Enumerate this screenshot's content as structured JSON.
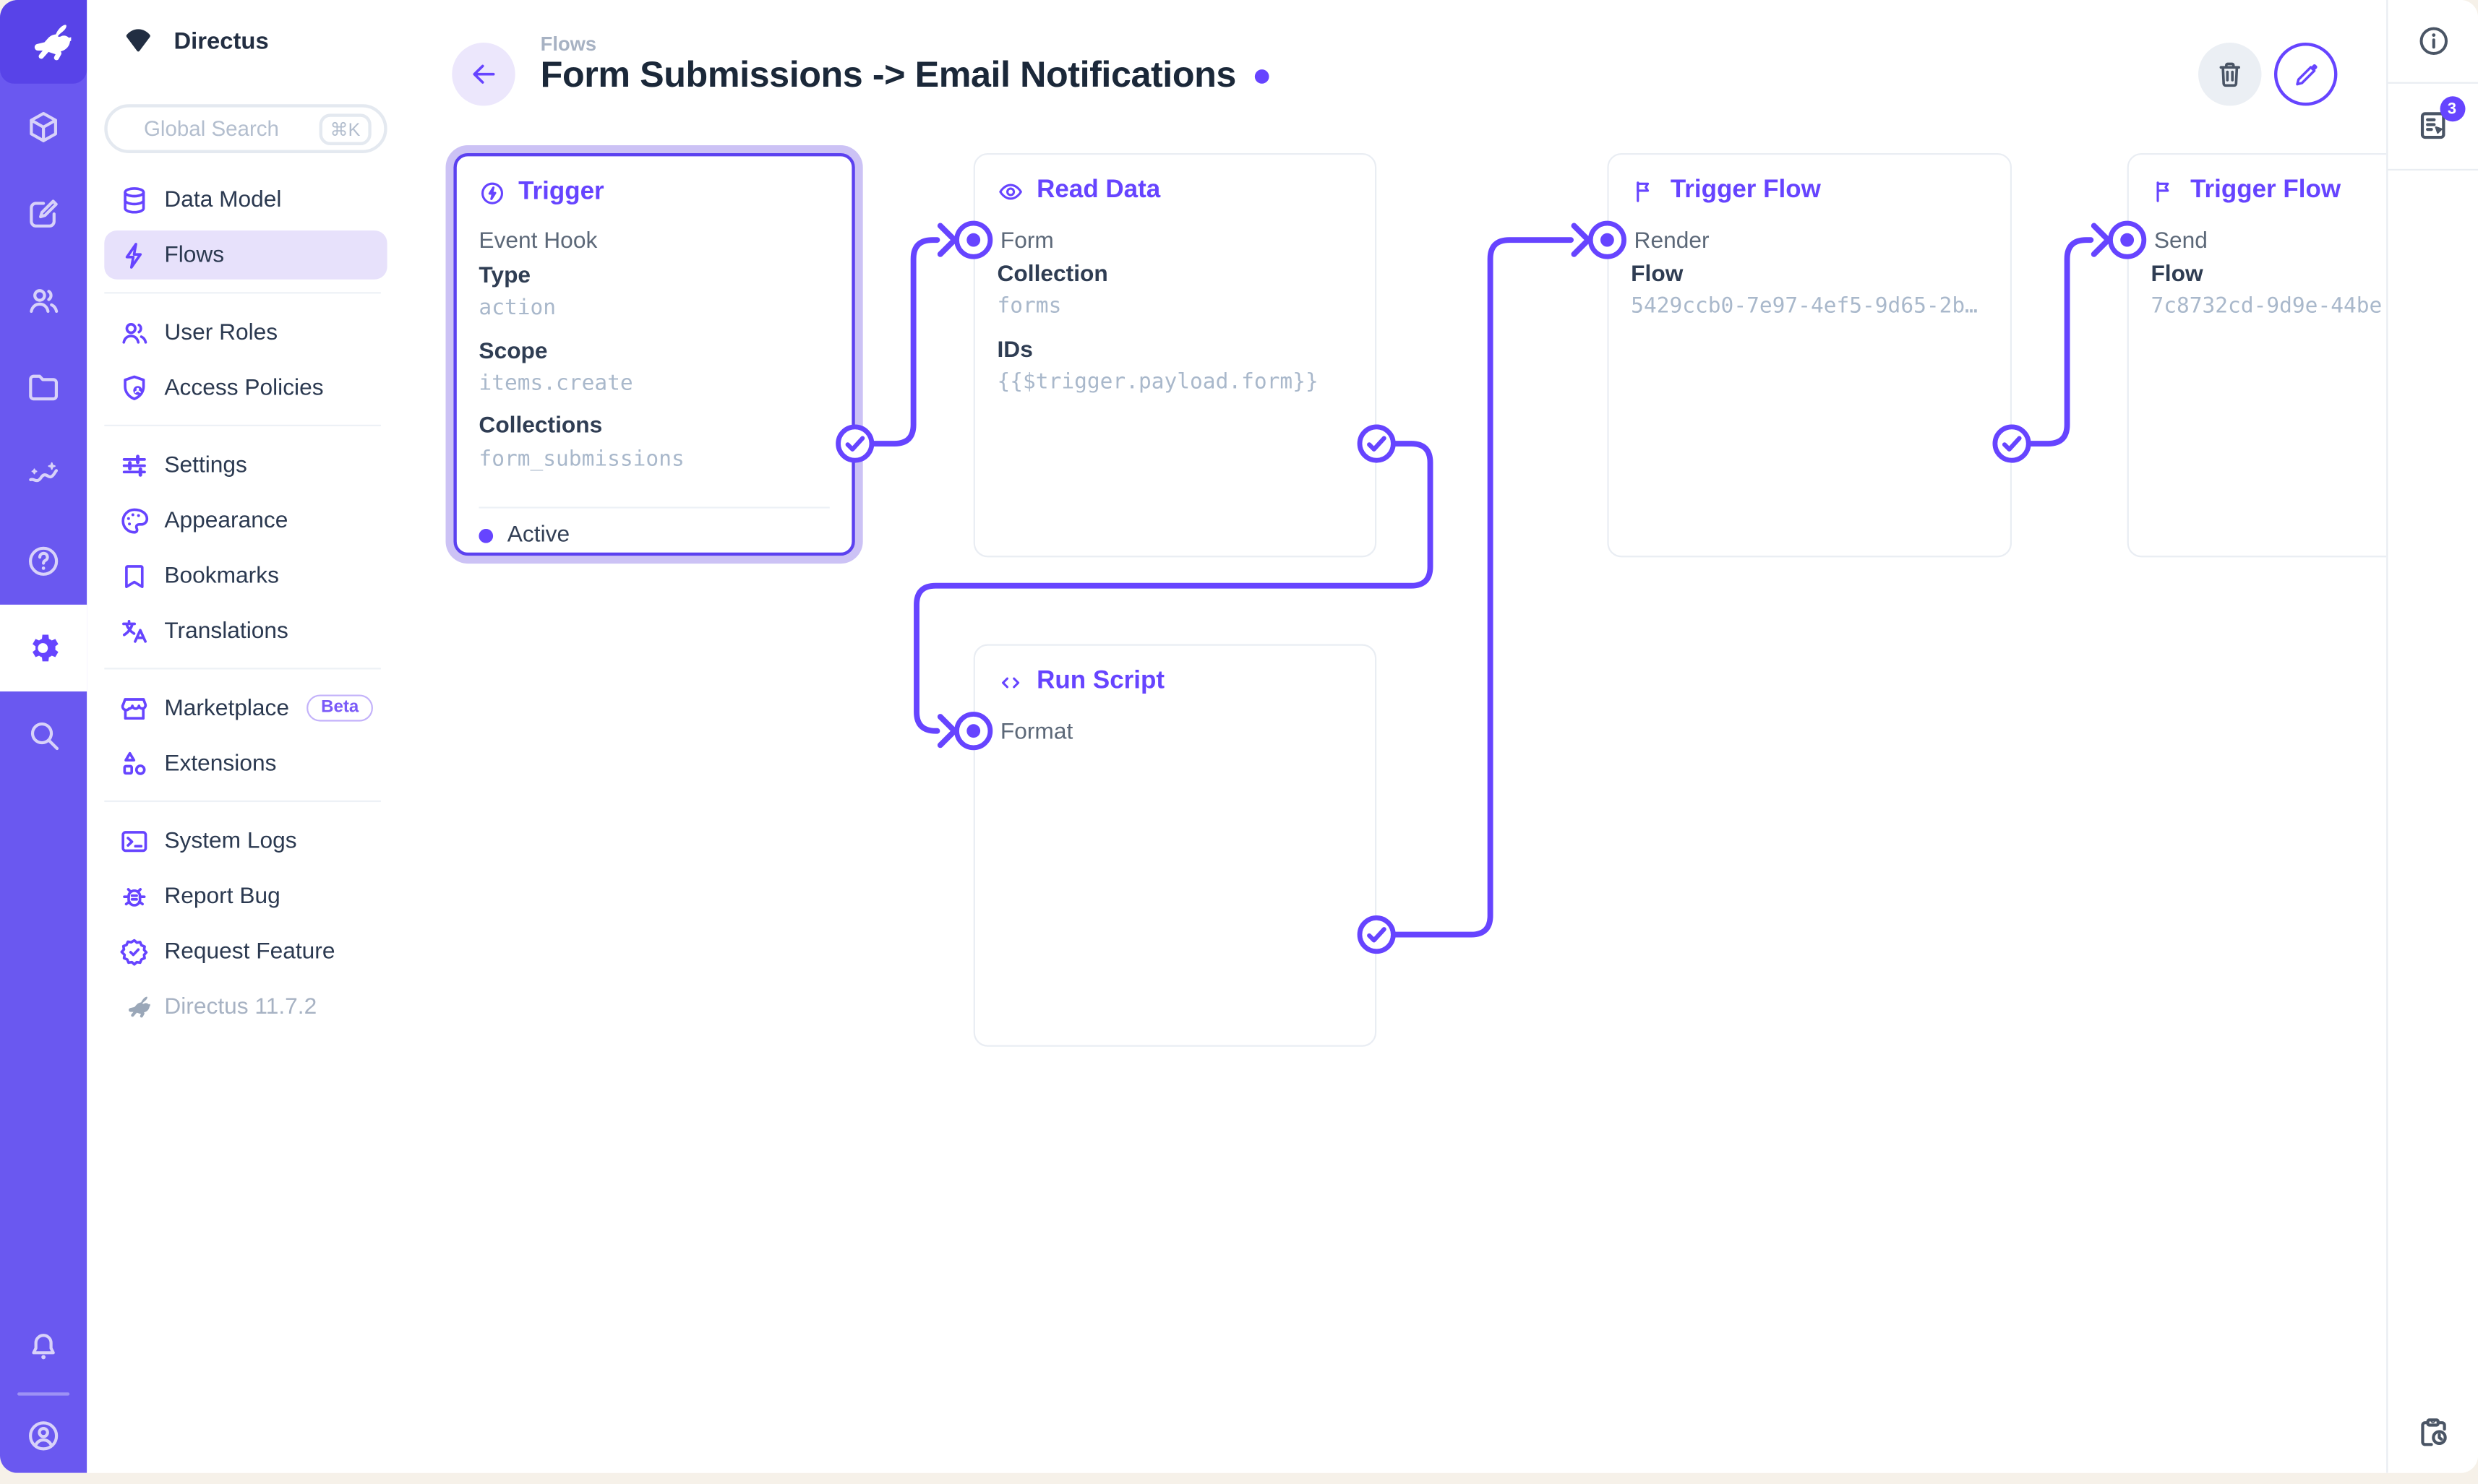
{
  "colors": {
    "accent": "#6644FF",
    "module_bar": "#6A58F0",
    "logo_tile": "#5843E8",
    "selected_border": "#5B41F0",
    "selected_glow": "#CCC2F5",
    "mono_value": "#A9B8CB",
    "active_nav_bg": "#E7E1FB"
  },
  "module_bar": {
    "logo_icon": "directus-rabbit-icon",
    "modules": [
      {
        "icon": "box-icon"
      },
      {
        "icon": "edit-square-icon"
      },
      {
        "icon": "users-icon"
      },
      {
        "icon": "folder-icon"
      },
      {
        "icon": "insights-icon"
      },
      {
        "icon": "help-icon"
      },
      {
        "icon": "gear-icon",
        "active": true
      },
      {
        "icon": "search-icon"
      }
    ],
    "bottom": [
      {
        "icon": "bell-icon"
      },
      {
        "icon": "user-circle-icon"
      }
    ]
  },
  "sidebar": {
    "project_name": "Directus",
    "search": {
      "placeholder": "Global Search",
      "shortcut": "⌘K"
    },
    "items": [
      {
        "label": "Data Model",
        "icon": "database-icon"
      },
      {
        "label": "Flows",
        "icon": "bolt-icon",
        "active": true
      },
      {
        "label": "User Roles",
        "icon": "users-icon"
      },
      {
        "label": "Access Policies",
        "icon": "shield-user-icon"
      },
      {
        "label": "Settings",
        "icon": "tune-icon"
      },
      {
        "label": "Appearance",
        "icon": "palette-icon"
      },
      {
        "label": "Bookmarks",
        "icon": "bookmark-icon"
      },
      {
        "label": "Translations",
        "icon": "translate-icon"
      },
      {
        "label": "Marketplace",
        "icon": "storefront-icon",
        "badge": "Beta"
      },
      {
        "label": "Extensions",
        "icon": "extension-icon"
      },
      {
        "label": "System Logs",
        "icon": "terminal-icon"
      },
      {
        "label": "Report Bug",
        "icon": "bug-icon"
      },
      {
        "label": "Request Feature",
        "icon": "verified-icon"
      },
      {
        "label": "Directus 11.7.2",
        "icon": "directus-rabbit-icon",
        "muted": true
      }
    ]
  },
  "header": {
    "breadcrumb": "Flows",
    "title": "Form Submissions -> Email Notifications",
    "buttons": [
      {
        "icon": "trash-icon"
      },
      {
        "icon": "pencil-icon"
      }
    ],
    "back_icon": "arrow-left-icon"
  },
  "canvas": {
    "panels": {
      "trigger": {
        "title": "Trigger",
        "icon": "bolt-circle-icon",
        "subtitle": "Event Hook",
        "fields": [
          {
            "label": "Type",
            "value": "action"
          },
          {
            "label": "Scope",
            "value": "items.create"
          },
          {
            "label": "Collections",
            "value": "form_submissions"
          }
        ],
        "status": "Active"
      },
      "read_data": {
        "title": "Read Data",
        "icon": "eye-icon",
        "input_label": "Form",
        "fields": [
          {
            "label": "Collection",
            "value": "forms"
          },
          {
            "label": "IDs",
            "value": "{{$trigger.payload.form}}"
          }
        ]
      },
      "run_script": {
        "title": "Run Script",
        "icon": "code-icon",
        "input_label": "Format"
      },
      "trigger_flow_render": {
        "title": "Trigger Flow",
        "icon": "flag-icon",
        "input_label": "Render",
        "fields": [
          {
            "label": "Flow",
            "value": "5429ccb0-7e97-4ef5-9d65-2b…"
          }
        ]
      },
      "trigger_flow_send": {
        "title": "Trigger Flow",
        "icon": "flag-icon",
        "input_label": "Send",
        "fields": [
          {
            "label": "Flow",
            "value": "7c8732cd-9d9e-44be"
          }
        ]
      }
    }
  },
  "right_sidebar": {
    "icons": [
      {
        "icon": "info-icon"
      },
      {
        "icon": "notices-icon"
      },
      {
        "icon": "clipboard-clock-icon"
      }
    ],
    "notification_count": "3"
  }
}
